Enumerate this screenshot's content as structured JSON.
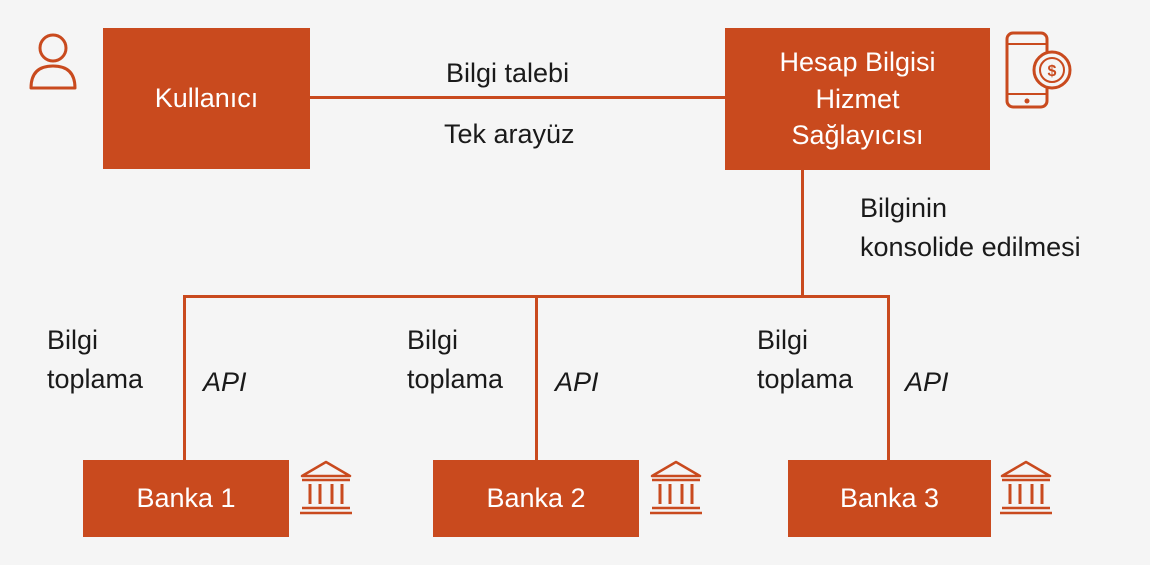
{
  "colors": {
    "accent": "#c94a1e",
    "text": "#1a1a1a",
    "background": "#f5f5f5"
  },
  "nodes": {
    "user": {
      "label": "Kullanıcı",
      "icon": "user-icon"
    },
    "provider": {
      "lines": [
        "Hesap Bilgisi",
        "Hizmet",
        "Sağlayıcısı"
      ],
      "icon": "mobile-payment-icon"
    },
    "banks": [
      {
        "label": "Banka 1",
        "icon": "bank-icon"
      },
      {
        "label": "Banka 2",
        "icon": "bank-icon"
      },
      {
        "label": "Banka 3",
        "icon": "bank-icon"
      }
    ]
  },
  "edges": {
    "request_label": "Bilgi talebi",
    "interface_label": "Tek arayüz",
    "consolidation_label": [
      "Bilginin",
      "konsolide edilmesi"
    ],
    "collection_label": [
      "Bilgi",
      "toplama"
    ],
    "api_label": "API"
  }
}
